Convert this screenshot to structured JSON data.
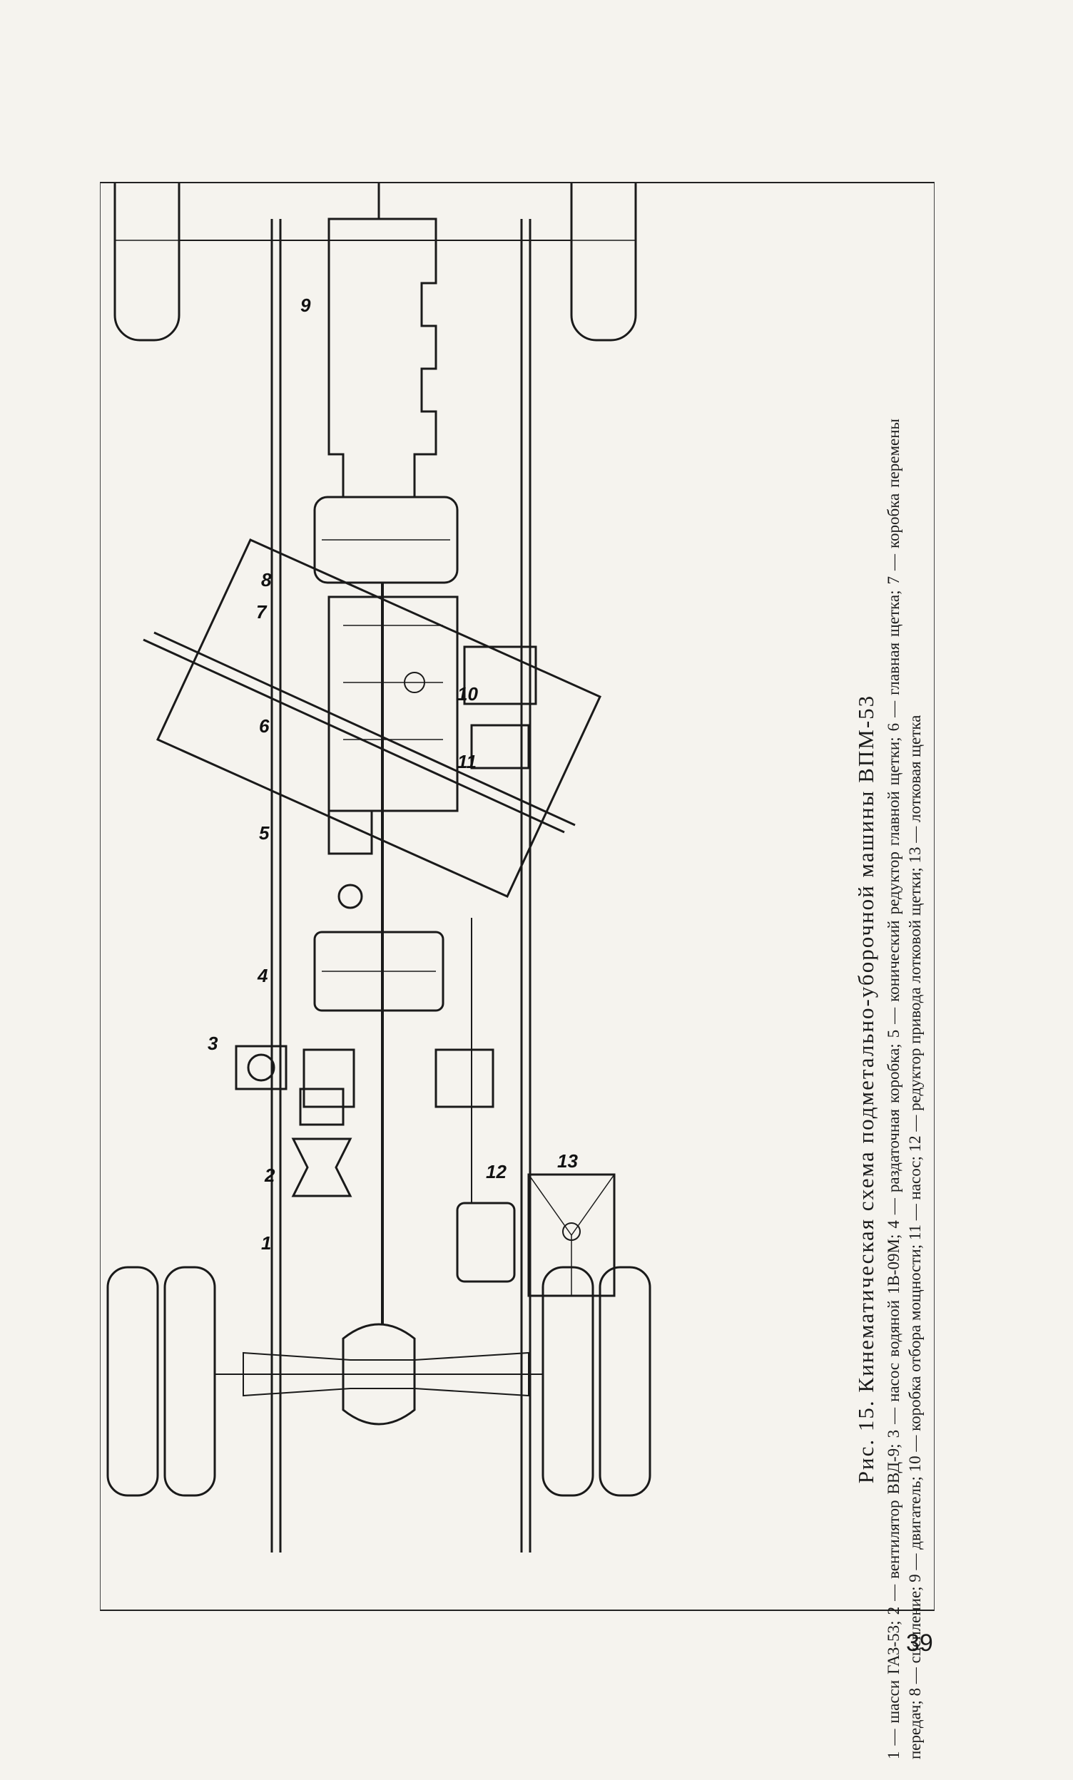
{
  "figure": {
    "title": "Рис. 15. Кинематическая схема подметально-уборочной машины ВПМ-53",
    "legend": "1 — шасси ГАЗ-53; 2 — вентилятор ВВД-9; 3 — насос водяной 1В-09М; 4 — раздаточная коробка; 5 — конический редуктор главной щетки; 6 — главная щетка; 7 — коробка перемены передач; 8 — сцепление; 9 — двигатель; 10 — коробка отбора мощности; 11 — насос; 12 — редуктор привода лотковой щетки; 13 — лотковая щетка",
    "callouts": [
      "1",
      "2",
      "3",
      "4",
      "5",
      "6",
      "7",
      "8",
      "9",
      "10",
      "11",
      "12",
      "13"
    ]
  },
  "page": {
    "number": "39"
  },
  "colors": {
    "ink": "#1a1a1a",
    "paper": "#f5f3ee"
  }
}
